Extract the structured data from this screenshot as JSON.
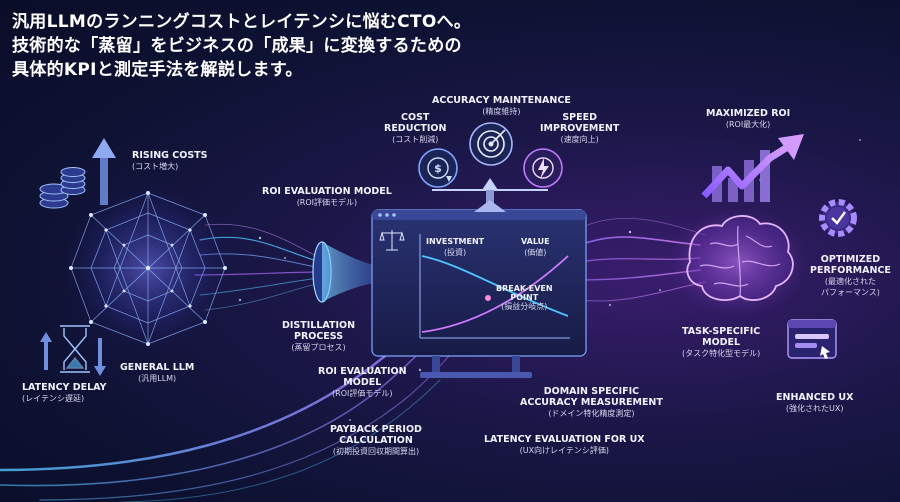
{
  "headline": {
    "line1": "汎用LLMのランニングコストとレイテンシに悩むCTOへ。",
    "line2": "技術的な「蒸留」をビジネスの「成果」に変換するための",
    "line3": "具体的KPIと測定手法を解説します。"
  },
  "labels": {
    "rising_costs": {
      "en": "RISING COSTS",
      "ja": "(コスト増大)"
    },
    "latency_delay": {
      "en": "LATENCY DELAY",
      "ja": "(レイテンシ遅延)"
    },
    "general_llm": {
      "en": "GENERAL LLM",
      "ja": "(汎用LLM)"
    },
    "roi_model_top": {
      "en": "ROI EVALUATION MODEL",
      "ja": "(ROI評価モデル)"
    },
    "cost_reduction": {
      "en1": "COST",
      "en2": "REDUCTION",
      "ja": "(コスト削減)"
    },
    "accuracy_maintenance": {
      "en": "ACCURACY MAINTENANCE",
      "ja": "(精度維持)"
    },
    "speed_improvement": {
      "en1": "SPEED",
      "en2": "IMPROVEMENT",
      "ja": "(速度向上)"
    },
    "investment": {
      "en": "INVESTMENT",
      "ja": "(投資)"
    },
    "value": {
      "en": "VALUE",
      "ja": "(価値)"
    },
    "break_even": {
      "en1": "BREAK-EVEN",
      "en2": "POINT",
      "ja": "(損益分岐点)"
    },
    "distillation": {
      "en1": "DISTILLATION",
      "en2": "PROCESS",
      "ja": "(蒸留プロセス)"
    },
    "roi_model_bottom": {
      "en1": "ROI EVALUATION",
      "en2": "MODEL",
      "ja": "(ROI評価モデル)"
    },
    "payback": {
      "en1": "PAYBACK PERIOD",
      "en2": "CALCULATION",
      "ja": "(初期投資回収期間算出)"
    },
    "domain_accuracy": {
      "en1": "DOMAIN SPECIFIC",
      "en2": "ACCURACY MEASUREMENT",
      "ja": "(ドメイン特化精度測定)"
    },
    "latency_ux": {
      "en": "LATENCY EVALUATION for UX",
      "ja": "(UX向けレイテンシ評価)"
    },
    "maximized_roi": {
      "en": "MAXIMIZED ROI",
      "ja": "(ROI最大化)"
    },
    "optimized_performance": {
      "en1": "OPTIMIZED",
      "en2": "PERFORMANCE",
      "ja1": "(最適化された",
      "ja2": "パフォーマンス)"
    },
    "task_specific": {
      "en1": "TASK-SPECIFIC",
      "en2": "MODEL",
      "ja": "(タスク特化型モデル)"
    },
    "enhanced_ux": {
      "en": "ENHANCED UX",
      "ja": "(強化されたUX)"
    }
  },
  "colors": {
    "cyan": "#4fc3ff",
    "purple": "#b06cff",
    "magenta": "#d07bff",
    "panel": "#1a2050"
  },
  "icons": [
    "coin-stack-icon",
    "up-arrow-icon",
    "hourglass-icon",
    "double-arrow-icon",
    "dollar-down-icon",
    "target-icon",
    "speed-clock-icon",
    "balance-scale-icon",
    "brain-icon",
    "gear-check-icon",
    "rising-chart-icon",
    "ux-window-icon",
    "funnel-icon"
  ]
}
